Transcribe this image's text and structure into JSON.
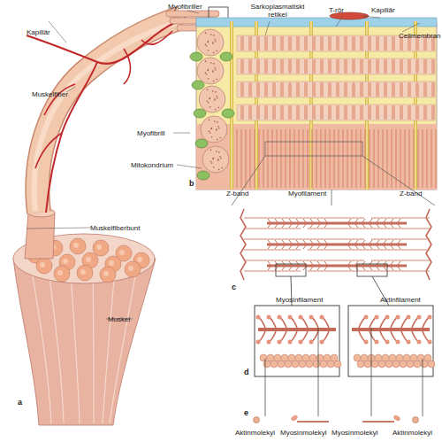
{
  "diagram": {
    "labels": [
      "Myofibriller",
      "Sarkoplasmatiskt retikel",
      "T-rör",
      "Kapillär",
      "Kapillär",
      "Cellmembran",
      "Muskelfiber",
      "Myofibrill",
      "Mitokondrium",
      "b",
      "Z-band",
      "Myofilament",
      "Z-band",
      "Muskelfiberbunt",
      "c",
      "Myosinfilament",
      "Aktinfilament",
      "Muskel",
      "d",
      "e",
      "a",
      "Aktinmolekyl",
      "Myosinmolekyl",
      "Myosinmolekyl",
      "Aktinmolekyl"
    ]
  }
}
